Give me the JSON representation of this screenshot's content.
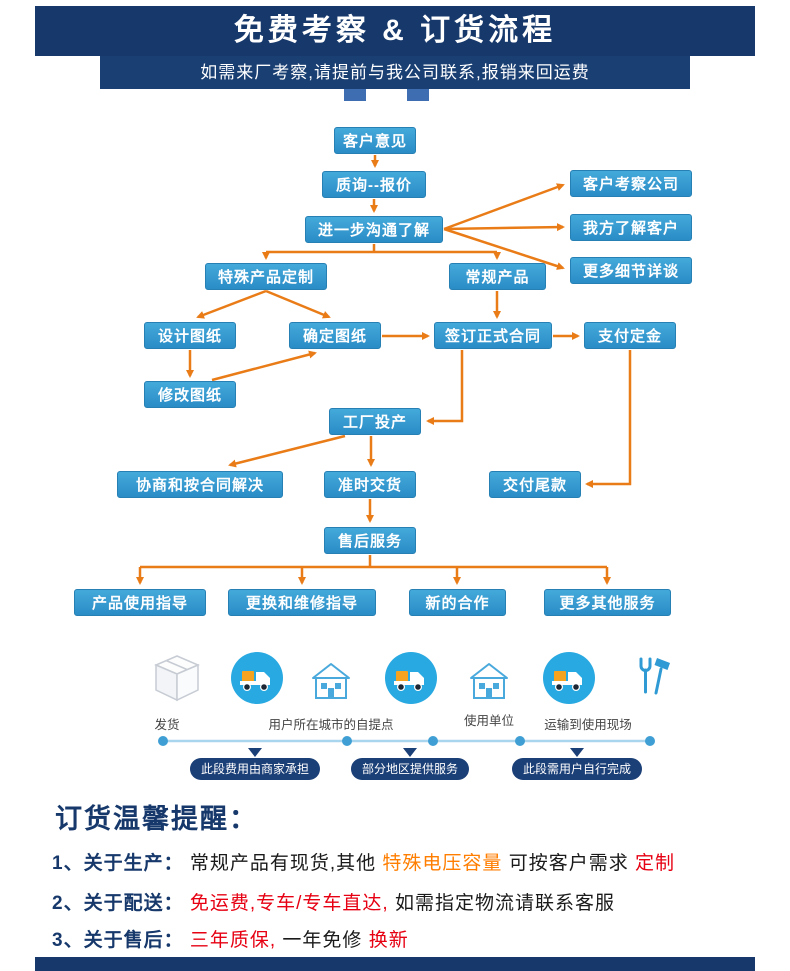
{
  "header": {
    "title": "免费考察 & 订货流程",
    "subtitle": "如需来厂考察,请提前与我公司联系,报销来回运费"
  },
  "flowchart": {
    "nodes": [
      {
        "label": "客户意见"
      },
      {
        "label": "质询--报价"
      },
      {
        "label": "进一步沟通了解"
      },
      {
        "label": "客户考察公司"
      },
      {
        "label": "我方了解客户"
      },
      {
        "label": "更多细节详谈"
      },
      {
        "label": "特殊产品定制"
      },
      {
        "label": "常规产品"
      },
      {
        "label": "设计图纸"
      },
      {
        "label": "确定图纸"
      },
      {
        "label": "签订正式合同"
      },
      {
        "label": "支付定金"
      },
      {
        "label": "修改图纸"
      },
      {
        "label": "工厂投产"
      },
      {
        "label": "协商和按合同解决"
      },
      {
        "label": "准时交货"
      },
      {
        "label": "交付尾款"
      },
      {
        "label": "售后服务"
      },
      {
        "label": "产品使用指导"
      },
      {
        "label": "更换和维修指导"
      },
      {
        "label": "新的合作"
      },
      {
        "label": "更多其他服务"
      }
    ]
  },
  "logistics": {
    "icons": [
      "package-icon",
      "truck-icon",
      "house-icon",
      "truck-icon",
      "house-icon",
      "truck-icon",
      "tools-icon"
    ],
    "steps": [
      {
        "label": "发货"
      },
      {
        "label": "用户所在城市的自提点"
      },
      {
        "label": "使用单位"
      },
      {
        "label": "运输到使用现场"
      }
    ],
    "pills": [
      {
        "label": "此段费用由商家承担"
      },
      {
        "label": "部分地区提供服务"
      },
      {
        "label": "此段需用户自行完成"
      }
    ]
  },
  "reminder": {
    "title": "订货温馨提醒：",
    "line1": {
      "lead": "1、关于生产：",
      "t1": "常规产品有现货,其他",
      "hl_orange": "特殊电压容量",
      "t2": "可按客户需求",
      "hl_red": "定制"
    },
    "line2": {
      "lead": "2、关于配送：",
      "hl_red": "免运费,专车/专车直达,",
      "t1": "如需指定物流请联系客服"
    },
    "line3": {
      "lead": "3、关于售后：",
      "hl_red": "三年质保,",
      "t1": "一年免修",
      "hl_red2": "换新"
    }
  },
  "colors": {
    "banner_navy": "#16386b",
    "box_blue": "#2e93cd",
    "arrow_orange": "#e97c17",
    "accent_red": "#e60012",
    "accent_orange": "#ff7e00",
    "circle_blue": "#29a9e1"
  }
}
